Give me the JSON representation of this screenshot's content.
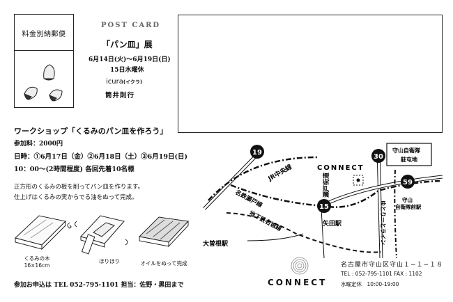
{
  "stamp": {
    "label": "料金別納郵便"
  },
  "header": {
    "postcard": "POST CARD",
    "title": "「パン皿」展",
    "dates": "6月14日(火)〜6月19日(日)",
    "closed": "15日水曜休",
    "brand": "icura",
    "brand_kana": "(イクラ)",
    "author": "筒井則行"
  },
  "workshop": {
    "title": "ワークショップ「くるみのパン皿を作ろう」",
    "fee": "参加料：2000円",
    "dates": "日時：①6月17日（金）②6月18日（土）③6月19日(日)",
    "time": "10：00〜(2時間程度) 各回先着10名様",
    "desc_line1": "正方形のくるみの板を削ってパン皿を作ります。",
    "desc_line2": "仕上げはくるみの実からでる油をぬって完成。",
    "caption_board_line1": "くるみの木",
    "caption_board_line2": "16×16cm",
    "caption_carve": "ほりほり",
    "caption_oil": "オイルをぬって完成"
  },
  "apply": "参加お申込は TEL 052-795-1101 担当：佐野・黒田まで",
  "map": {
    "route19": "19",
    "route30": "30",
    "route59": "59",
    "route15": "15",
    "jr_line": "JR中央線",
    "meitetsu": "名鉄瀬戸線",
    "subway": "地下鉄名城線",
    "connect": "CONNECT",
    "seto_kaido": "瀬戸街道",
    "yadaeki": "矢田駅",
    "ozonekita": "大曽根駅",
    "yutori": "ゆとりーとライン",
    "jieitai_line1": "守山自衛隊",
    "jieitai_line2": "駐屯地",
    "jieitai_mae_line1": "守山",
    "jieitai_mae_line2": "自衛隊前駅"
  },
  "connect": {
    "name": "CONNECT",
    "address": "名古屋市守山区守山１−１−１８",
    "tel": "TEL : 052-795-1101 FAX : 1102",
    "hours": "水曜定休　10:00-19:00"
  }
}
